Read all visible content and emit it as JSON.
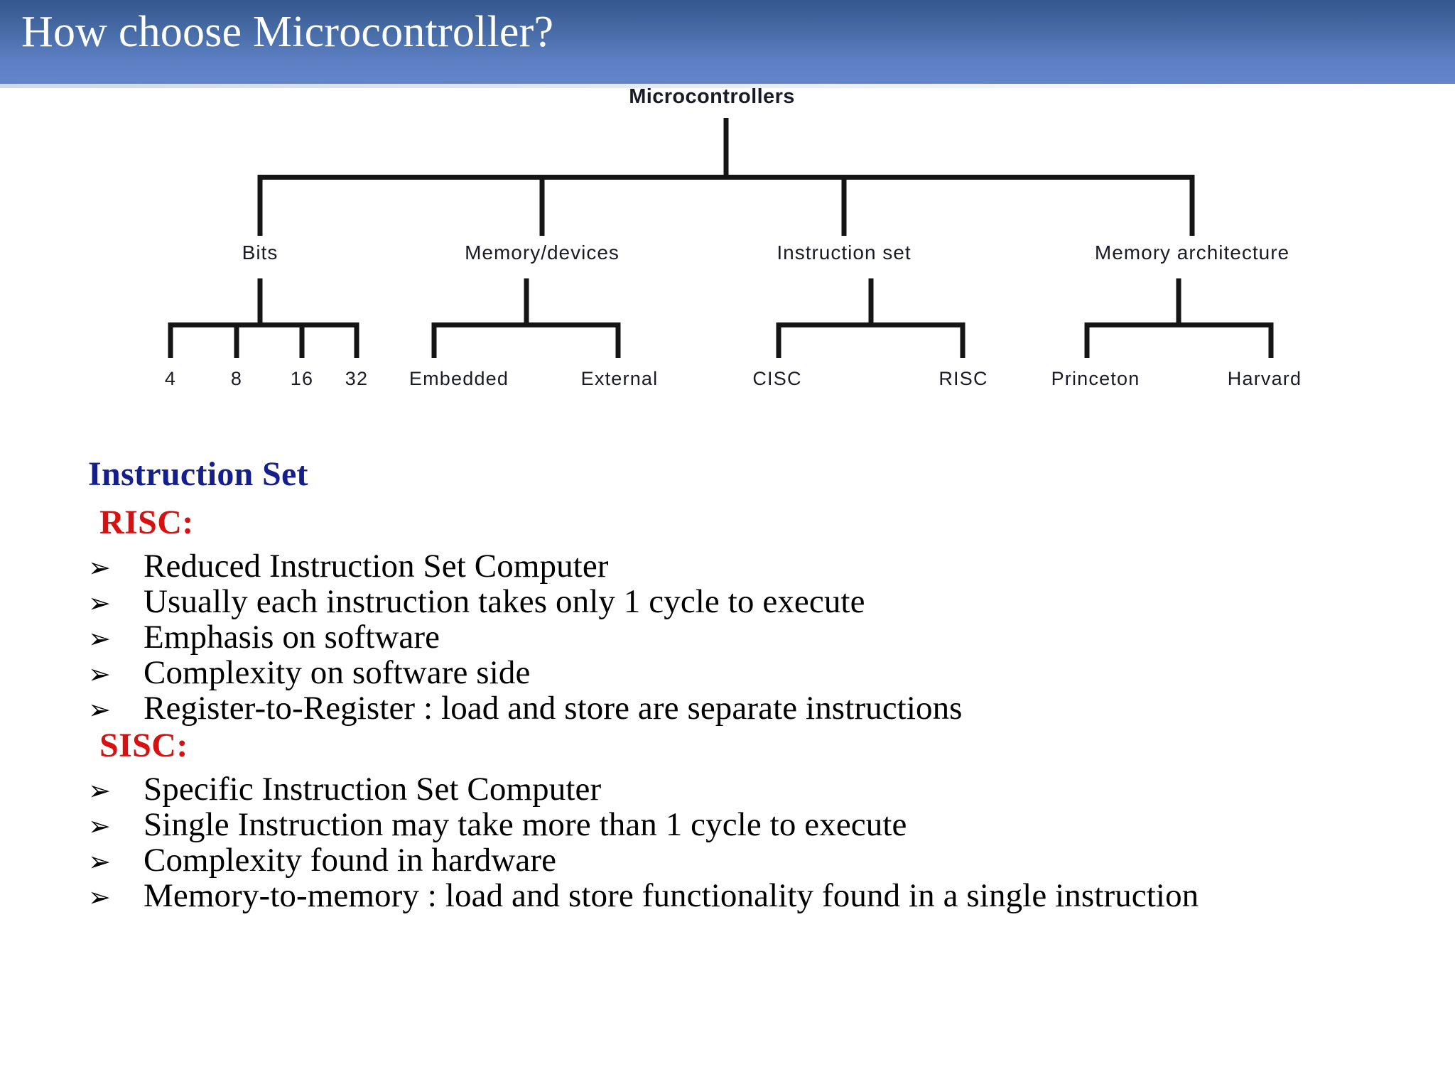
{
  "slide": {
    "title": "How choose Microcontroller?",
    "title_band_color_top": "#35578f",
    "title_band_color_bottom": "#6285c9",
    "background_color": "#ffffff"
  },
  "tree": {
    "root": {
      "label": "Microcontrollers"
    },
    "branches": [
      {
        "label": "Bits",
        "children": [
          {
            "label": "4"
          },
          {
            "label": "8"
          },
          {
            "label": "16"
          },
          {
            "label": "32"
          }
        ]
      },
      {
        "label": "Memory/devices",
        "children": [
          {
            "label": "Embedded"
          },
          {
            "label": "External"
          }
        ]
      },
      {
        "label": "Instruction set",
        "children": [
          {
            "label": "CISC"
          },
          {
            "label": "RISC"
          }
        ]
      },
      {
        "label": "Memory architecture",
        "children": [
          {
            "label": "Princeton"
          },
          {
            "label": "Harvard"
          }
        ]
      }
    ]
  },
  "content": {
    "section_heading": "Instruction Set",
    "section_heading_color": "#151f8c",
    "groups": [
      {
        "name": "RISC",
        "heading": "RISC:",
        "heading_color": "#d8100f",
        "bullet_glyph": "➢",
        "items": [
          "Reduced Instruction Set Computer",
          "Usually each instruction takes only 1 cycle to execute",
          "Emphasis on software",
          "Complexity on software side",
          "Register-to-Register : load and store are separate instructions"
        ]
      },
      {
        "name": "SISC",
        "heading": "SISC:",
        "heading_color": "#d8100f",
        "bullet_glyph": "➢",
        "items": [
          "Specific Instruction Set Computer",
          "Single Instruction may take more than 1 cycle to execute",
          "Complexity found in hardware",
          "Memory-to-memory : load and store functionality found in a single instruction"
        ]
      }
    ]
  }
}
